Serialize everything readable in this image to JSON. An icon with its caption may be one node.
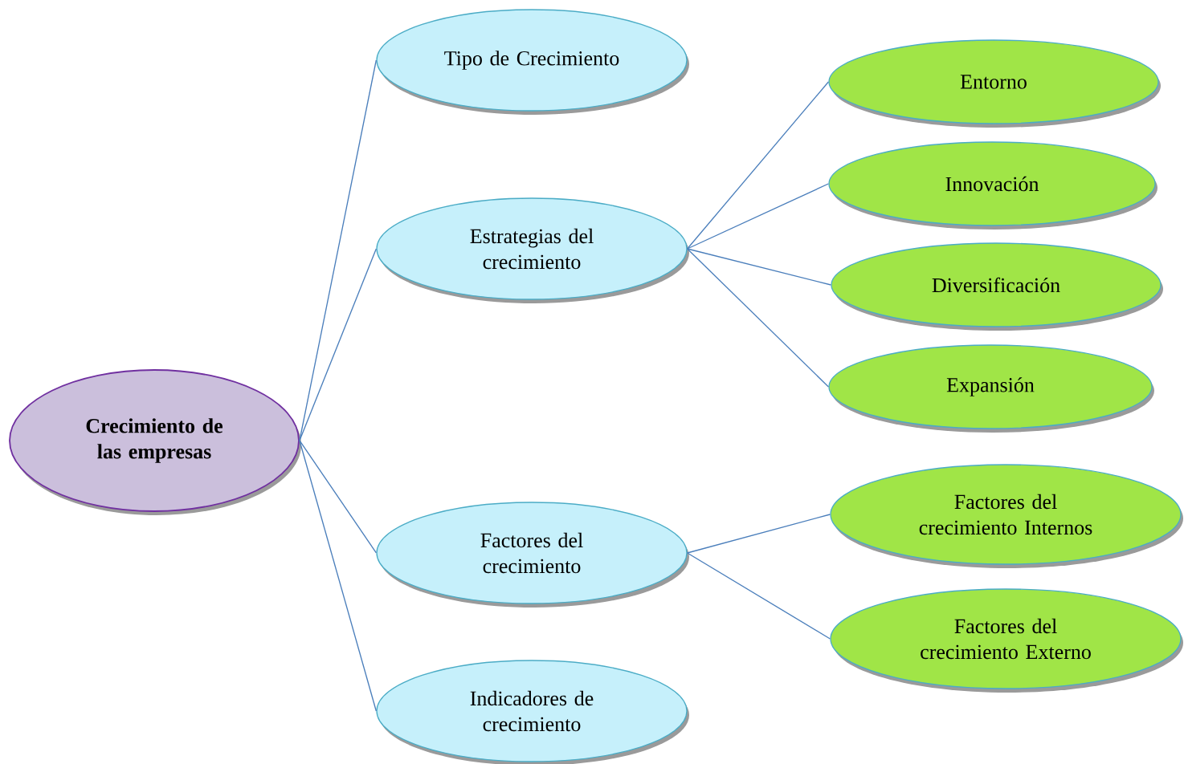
{
  "diagram": {
    "nodes": [
      {
        "text": [
          "Crecimiento de las empresas"
        ]
      },
      {
        "text": [
          "Tipo de Crecimiento"
        ]
      },
      {
        "text": [
          "Estrategias del crecimiento"
        ]
      },
      {
        "text": [
          "Entorno"
        ]
      },
      {
        "text": [
          "Innovación"
        ]
      },
      {
        "text": [
          "Diversificación"
        ]
      },
      {
        "text": [
          "Expansión"
        ]
      },
      {
        "text": [
          "Factores del crecimiento"
        ]
      },
      {
        "text": [
          "Factores del crecimiento Internos"
        ]
      },
      {
        "text": [
          "Factores del crecimiento Externo"
        ]
      },
      {
        "text": [
          "Indicadores de crecimiento"
        ]
      }
    ],
    "edges": [
      {
        "from": 0,
        "to": 1,
        "arrow": "none"
      },
      {
        "from": 0,
        "to": 2,
        "arrow": "none"
      },
      {
        "from": 0,
        "to": 7,
        "arrow": "none"
      },
      {
        "from": 0,
        "to": 10,
        "arrow": "none"
      },
      {
        "from": 2,
        "to": 3,
        "arrow": "none"
      },
      {
        "from": 2,
        "to": 4,
        "arrow": "none"
      },
      {
        "from": 2,
        "to": 5,
        "arrow": "none"
      },
      {
        "from": 2,
        "to": 6,
        "arrow": "none"
      },
      {
        "from": 7,
        "to": 8,
        "arrow": "none"
      },
      {
        "from": 7,
        "to": 9,
        "arrow": "none"
      }
    ]
  }
}
